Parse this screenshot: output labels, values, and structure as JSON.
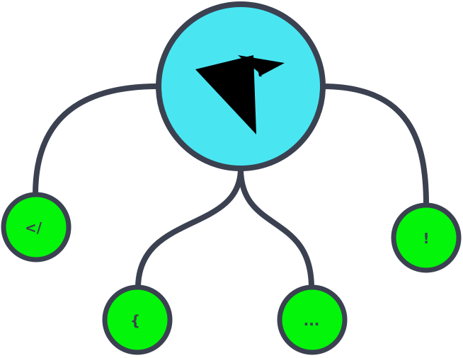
{
  "colors": {
    "stroke": "#3b4150",
    "hub_fill": "#49e6f2",
    "leaf_fill": "#03f50a",
    "logo": "#000000",
    "background": "#ffffff"
  },
  "hub": {
    "icon": "paper-plane-icon"
  },
  "leaves": [
    {
      "id": "code-tag",
      "label": "</"
    },
    {
      "id": "brace",
      "label": "{"
    },
    {
      "id": "ellipsis",
      "label": "..."
    },
    {
      "id": "exclamation",
      "label": "!"
    }
  ]
}
